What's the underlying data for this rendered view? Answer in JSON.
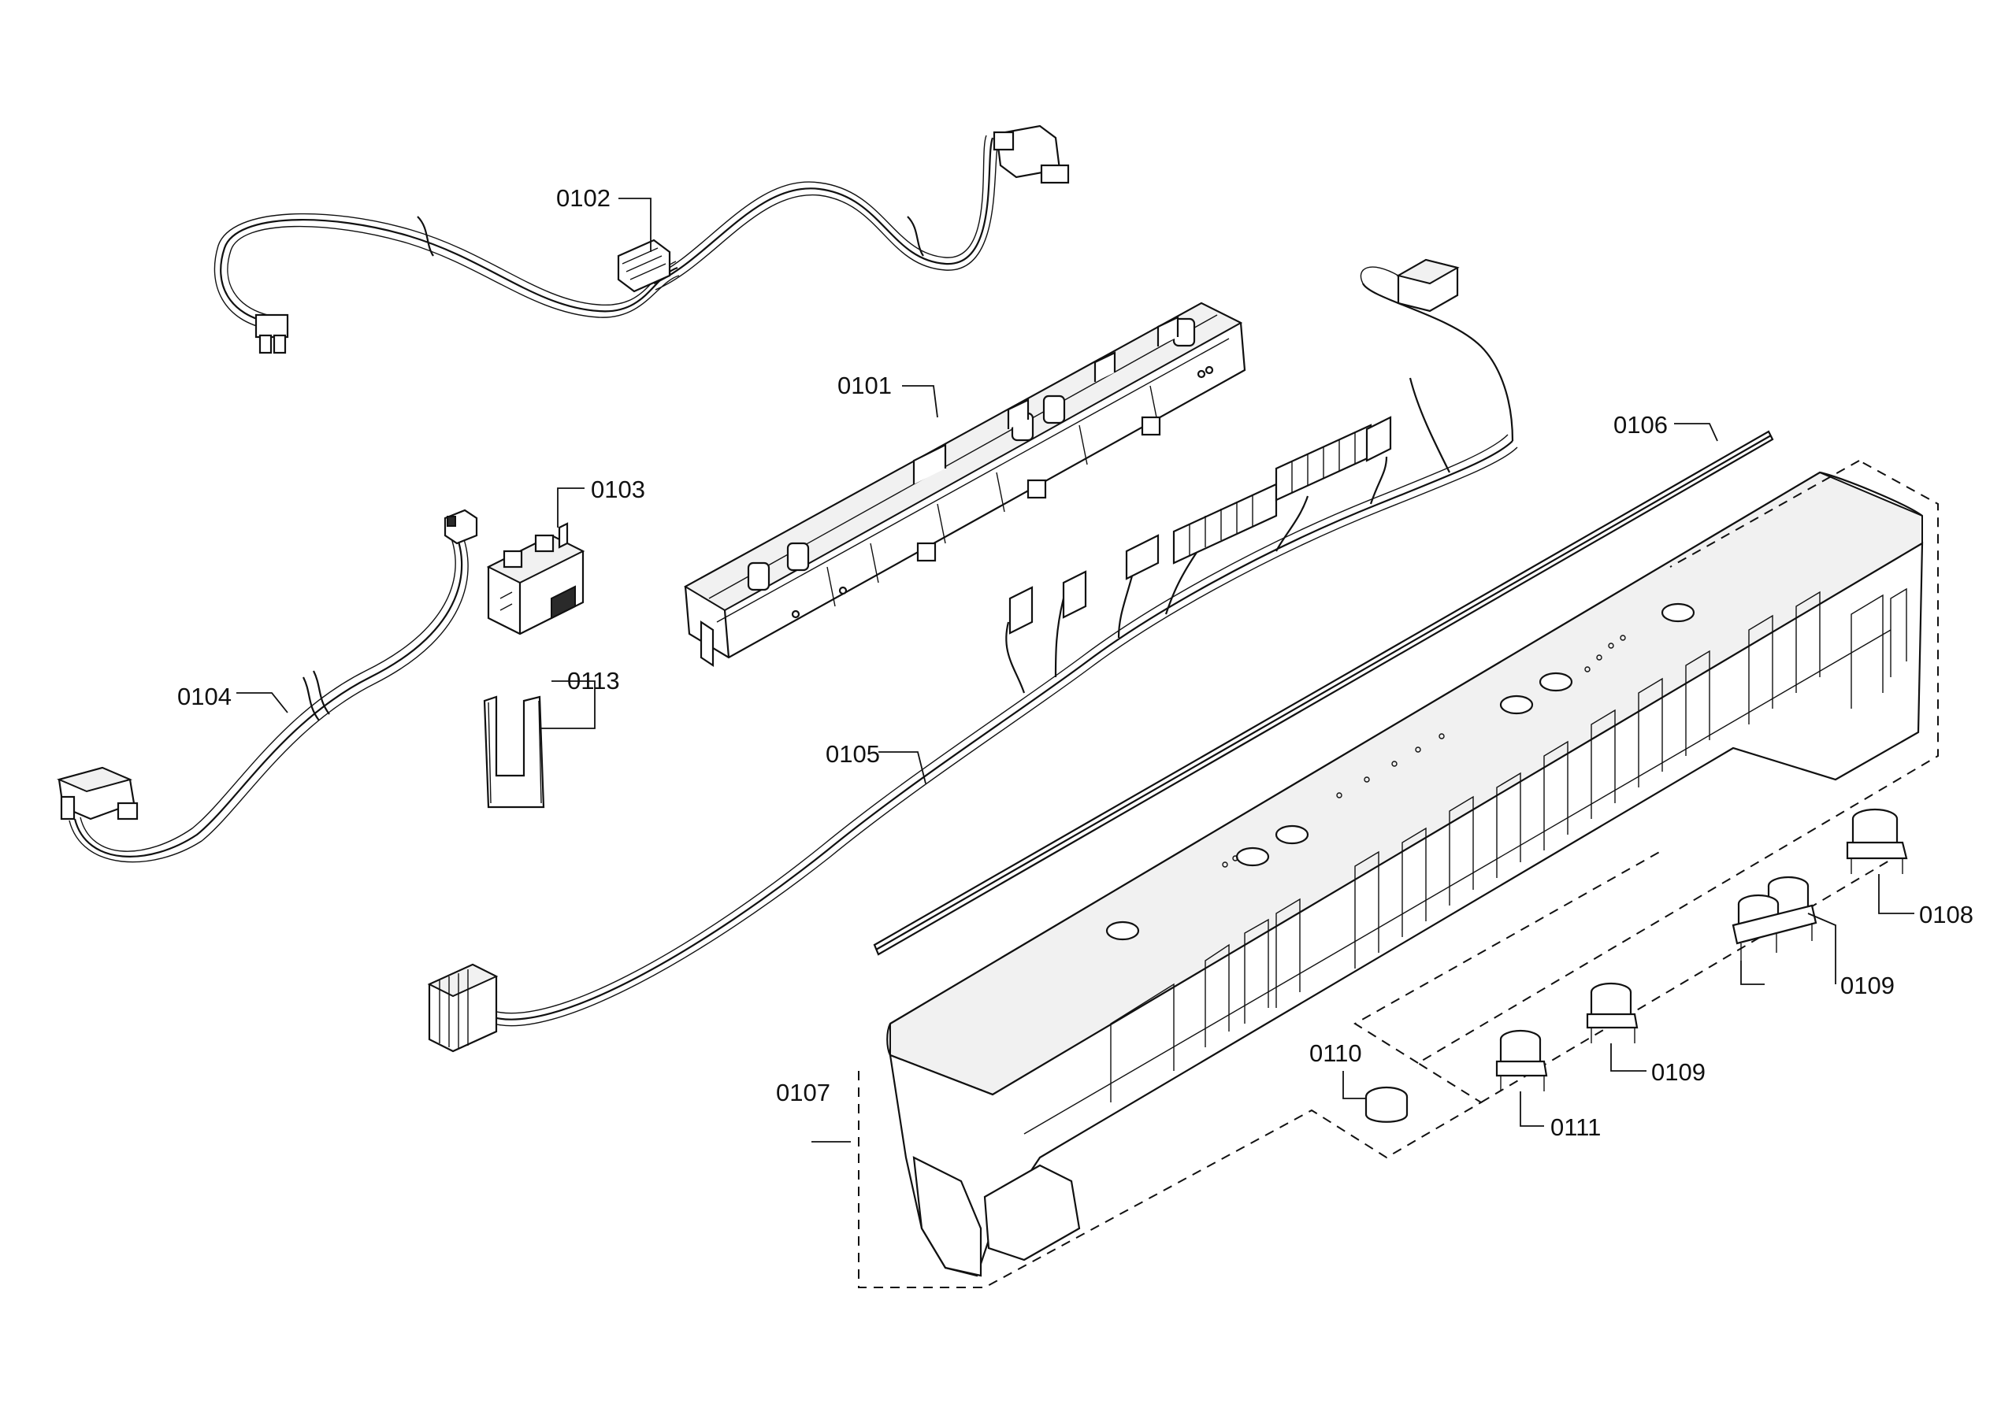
{
  "callouts": [
    {
      "id": "0101",
      "label": "0101"
    },
    {
      "id": "0102",
      "label": "0102"
    },
    {
      "id": "0103",
      "label": "0103"
    },
    {
      "id": "0104",
      "label": "0104"
    },
    {
      "id": "0105",
      "label": "0105"
    },
    {
      "id": "0106",
      "label": "0106"
    },
    {
      "id": "0107",
      "label": "0107"
    },
    {
      "id": "0108",
      "label": "0108"
    },
    {
      "id": "0109a",
      "label": "0109"
    },
    {
      "id": "0109b",
      "label": "0109"
    },
    {
      "id": "0110",
      "label": "0110"
    },
    {
      "id": "0111",
      "label": "0111"
    },
    {
      "id": "0113",
      "label": "0113"
    }
  ]
}
